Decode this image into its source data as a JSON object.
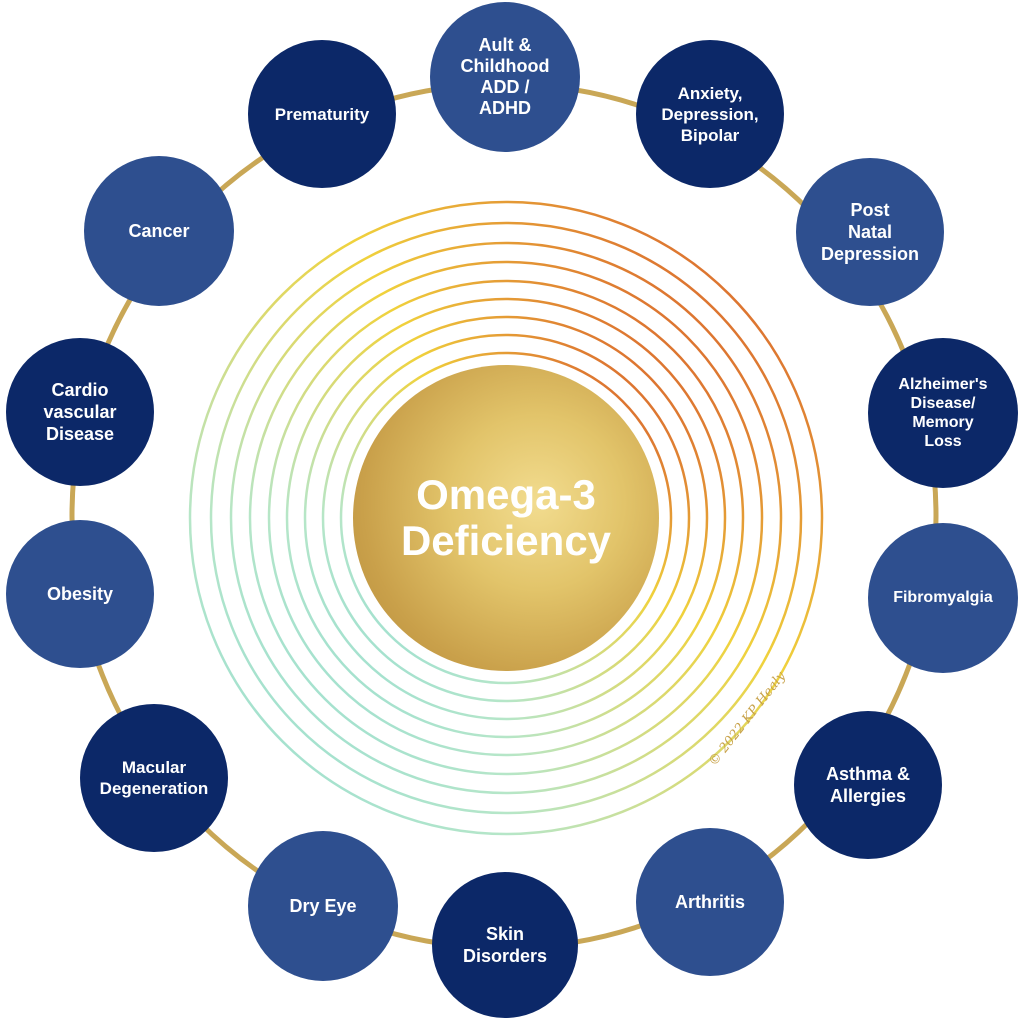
{
  "center": {
    "title": "Omega-3\nDeficiency"
  },
  "nodes": [
    {
      "id": "adhd",
      "label": "Ault &\nChildhood\nADD /\nADHD",
      "tone": "mid"
    },
    {
      "id": "anxiety",
      "label": "Anxiety,\nDepression,\nBipolar",
      "tone": "dark"
    },
    {
      "id": "postnatal",
      "label": "Post\nNatal\nDepression",
      "tone": "mid"
    },
    {
      "id": "alzheimers",
      "label": "Alzheimer's\nDisease/\nMemory\nLoss",
      "tone": "dark"
    },
    {
      "id": "fibromyalgia",
      "label": "Fibromyalgia",
      "tone": "mid"
    },
    {
      "id": "asthma",
      "label": "Asthma &\nAllergies",
      "tone": "dark"
    },
    {
      "id": "arthritis",
      "label": "Arthritis",
      "tone": "mid"
    },
    {
      "id": "skin",
      "label": "Skin\nDisorders",
      "tone": "dark"
    },
    {
      "id": "dryeye",
      "label": "Dry Eye",
      "tone": "mid"
    },
    {
      "id": "macular",
      "label": "Macular\nDegeneration",
      "tone": "dark"
    },
    {
      "id": "obesity",
      "label": "Obesity",
      "tone": "mid"
    },
    {
      "id": "cardio",
      "label": "Cardio\nvascular\nDisease",
      "tone": "dark"
    },
    {
      "id": "cancer",
      "label": "Cancer",
      "tone": "mid"
    },
    {
      "id": "prematurity",
      "label": "Prematurity",
      "tone": "dark"
    }
  ],
  "copyright": "© 2022 KP Healy",
  "colors": {
    "dark_node": "#0c2868",
    "mid_node": "#2e4f8f",
    "connector": "#c9a756",
    "ring_warm": "#d2402a",
    "ring_yellow": "#f0d23c",
    "ring_cool": "#8fdcd8"
  }
}
